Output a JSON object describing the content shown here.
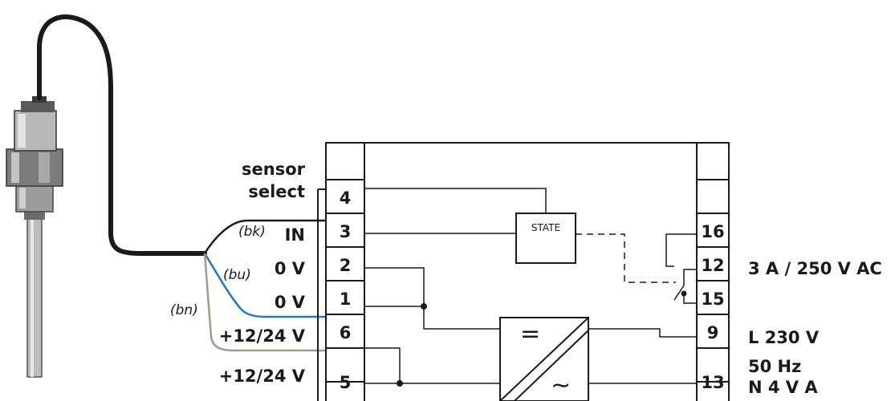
{
  "colors": {
    "line": "#1a1a1a",
    "cable": "#1a1a1a",
    "wire_black": "#1a1a1a",
    "wire_blue": "#1f78c4",
    "wire_brown": "#a09a86",
    "sensor_metal": "#9a9a9a",
    "sensor_dark": "#4a4a4a"
  },
  "labels": {
    "sensor_select_line1": "sensor",
    "sensor_select_line2": "select",
    "in": "IN",
    "zero_v_a": "0 V",
    "zero_v_b": "0 V",
    "supply_a": "+12/24 V",
    "supply_b": "+12/24 V",
    "tag_bk": "(bk)",
    "tag_bu": "(bu)",
    "tag_bn": "(bn)",
    "state": "STATE",
    "relay_rating": "3 A / 250 V AC",
    "mains_l": "L 230 V",
    "mains_freq": "50 Hz",
    "mains_n": "N 4 V A"
  },
  "left_terminals": [
    "4",
    "3",
    "2",
    "1",
    "6",
    "5"
  ],
  "right_terminals": [
    "16",
    "12",
    "15",
    "9",
    "13"
  ],
  "converter_symbols": {
    "dc": "=",
    "ac": "∼"
  }
}
